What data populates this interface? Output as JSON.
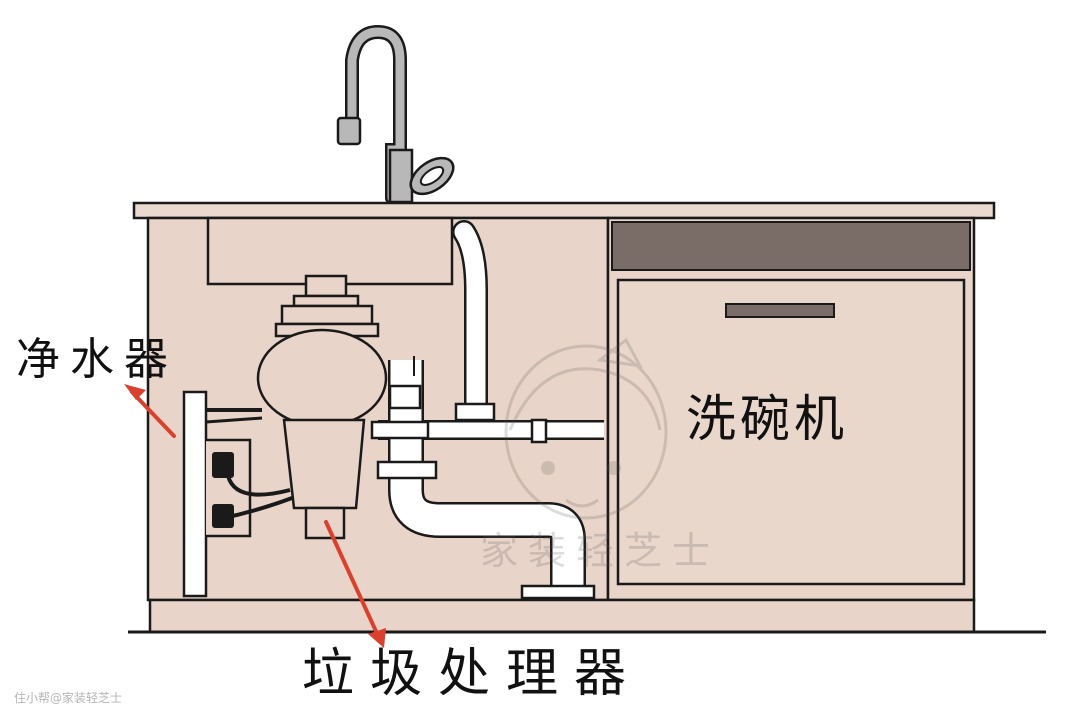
{
  "labels": {
    "water_purifier": "净水器",
    "dishwasher": "洗碗机",
    "garbage_disposer": "垃圾处理器"
  },
  "watermark": {
    "text": "家装轻芝士",
    "credit": "住小帮@家装轻芝士"
  },
  "colors": {
    "cabinet": "#e8d4c8",
    "cabinet_panel": "#dcc2b2",
    "countertop": "#ead9cf",
    "dishwasher_top": "#7a6c66",
    "pipe": "#ffffff",
    "outline": "#1a1a1a",
    "arrow": "#d9412e",
    "faucet": "#b8b8b8"
  }
}
